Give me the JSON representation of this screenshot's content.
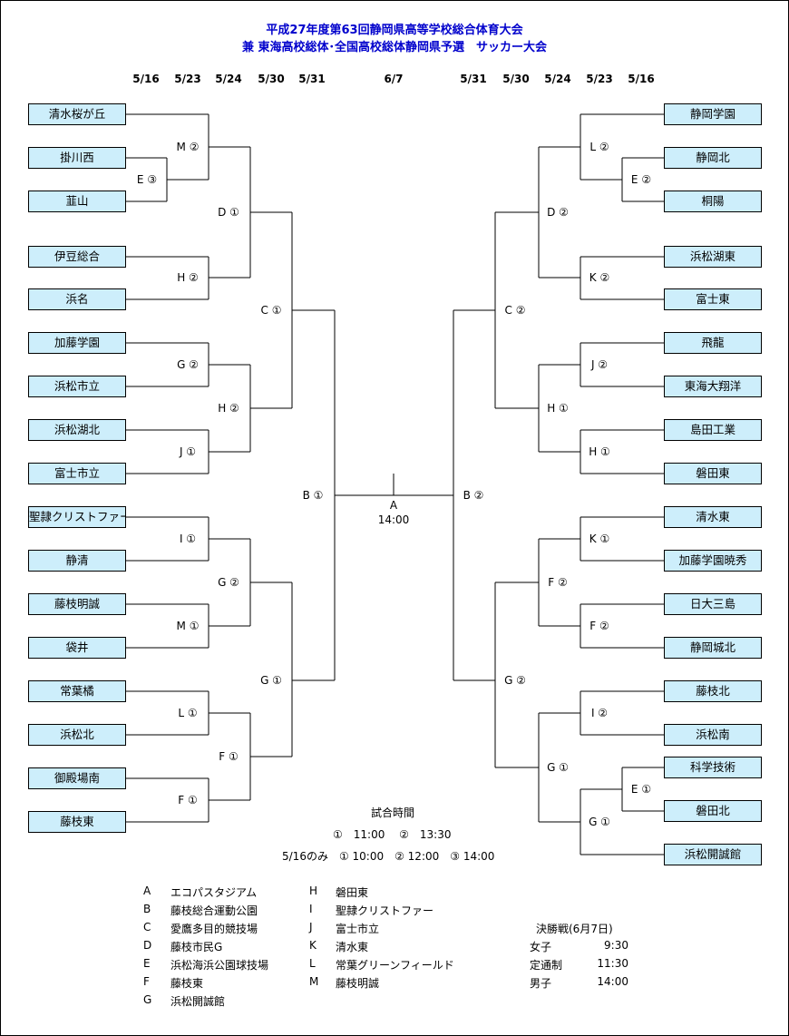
{
  "title_line1": "平成27年度第63回静岡県高等学校総合体育大会",
  "title_line2": "兼 東海高校総体･全国高校総体静岡県予選　サッカー大会",
  "dates_left": [
    "5/16",
    "5/23",
    "5/24",
    "5/30",
    "5/31"
  ],
  "date_center": "6/7",
  "dates_right": [
    "5/31",
    "5/30",
    "5/24",
    "5/23",
    "5/16"
  ],
  "teams_left": [
    "清水桜が丘",
    "掛川西",
    "韮山",
    "伊豆総合",
    "浜名",
    "加藤学園",
    "浜松市立",
    "浜松湖北",
    "富士市立",
    "聖隷クリストファー",
    "静清",
    "藤枝明誠",
    "袋井",
    "常葉橘",
    "浜松北",
    "御殿場南",
    "藤枝東"
  ],
  "teams_right": [
    "静岡学園",
    "静岡北",
    "桐陽",
    "浜松湖東",
    "富士東",
    "飛龍",
    "東海大翔洋",
    "島田工業",
    "磐田東",
    "清水東",
    "加藤学園暁秀",
    "日大三島",
    "静岡城北",
    "藤枝北",
    "浜松南",
    "科学技術",
    "磐田北",
    "浜松開誠館"
  ],
  "match_labels_left": {
    "r1": [
      "E ③"
    ],
    "r2": [
      "M ②",
      "H ②",
      "G ②",
      "J ①",
      "I ①",
      "M ①",
      "L ①",
      "F ①"
    ],
    "r3": [
      "D ①",
      "H ②",
      "G ②",
      "F ①"
    ],
    "r4": [
      "C ①",
      "G ①"
    ],
    "r5": [
      "B ①"
    ]
  },
  "match_labels_right": {
    "r1": [
      "E ②",
      "E ①"
    ],
    "r2": [
      "L ②",
      "K ②",
      "J ②",
      "H ①",
      "K ①",
      "F ②",
      "I ②",
      "G ①"
    ],
    "r3": [
      "D ②",
      "H ①",
      "F ②",
      "G ①"
    ],
    "r4": [
      "C ②",
      "G ②"
    ],
    "r5": [
      "B ②"
    ]
  },
  "final": {
    "venue": "A",
    "time": "14:00"
  },
  "schedule": {
    "heading": "試合時間",
    "line1": "①　11:00　 ②　13:30",
    "line2": "5/16のみ　① 10:00　② 12:00　③ 14:00"
  },
  "venues": [
    {
      "code": "A",
      "name": "エコパスタジアム"
    },
    {
      "code": "B",
      "name": "藤枝総合運動公園"
    },
    {
      "code": "C",
      "name": "愛鷹多目的競技場"
    },
    {
      "code": "D",
      "name": "藤枝市民G"
    },
    {
      "code": "E",
      "name": "浜松海浜公園球技場"
    },
    {
      "code": "F",
      "name": "藤枝東"
    },
    {
      "code": "G",
      "name": "浜松開誠館"
    },
    {
      "code": "H",
      "name": "磐田東"
    },
    {
      "code": "I",
      "name": "聖隷クリストファー"
    },
    {
      "code": "J",
      "name": "富士市立"
    },
    {
      "code": "K",
      "name": "清水東"
    },
    {
      "code": "L",
      "name": "常葉グリーンフィールド"
    },
    {
      "code": "M",
      "name": "藤枝明誠"
    }
  ],
  "finals_schedule": {
    "heading": "決勝戦(6月7日)",
    "rows": [
      {
        "label": "女子",
        "time": "9:30"
      },
      {
        "label": "定通制",
        "time": "11:30"
      },
      {
        "label": "男子",
        "time": "14:00"
      }
    ]
  }
}
